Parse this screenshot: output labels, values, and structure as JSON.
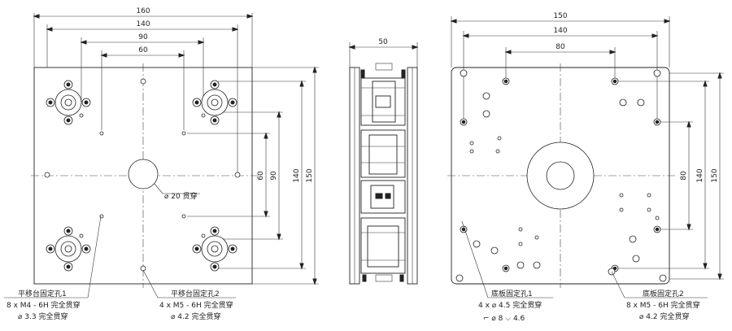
{
  "front_view": {
    "dims_top": [
      "160",
      "140",
      "90",
      "60"
    ],
    "dims_right": [
      "60",
      "90",
      "140",
      "150"
    ],
    "center_hole_label": "⌀ 20 贯穿",
    "note_left": {
      "title": "平移台固定孔1",
      "line1": "8 x  M4 - 6H 完全贯穿",
      "line2": "⌀ 3.3 完全贯穿"
    },
    "note_right": {
      "title": "平移台固定孔2",
      "line1": "4 x  M5 - 6H 完全贯穿",
      "line2": "⌀ 4.2 完全贯穿"
    }
  },
  "side_view": {
    "dim_top": "50"
  },
  "base_view": {
    "dims_top": [
      "150",
      "140",
      "80"
    ],
    "dims_right": [
      "80",
      "140",
      "150"
    ],
    "note_left": {
      "title": "底板固定孔1",
      "line1": "4 x  ⌀ 4.5 完全贯穿",
      "line2": "⌐  ⌀ 8  ⌵ 4.6"
    },
    "note_right": {
      "title": "底板固定孔2",
      "line1": "8 x  M5 - 6H 完全贯穿",
      "line2": "⌀ 4.2 完全贯穿"
    }
  }
}
